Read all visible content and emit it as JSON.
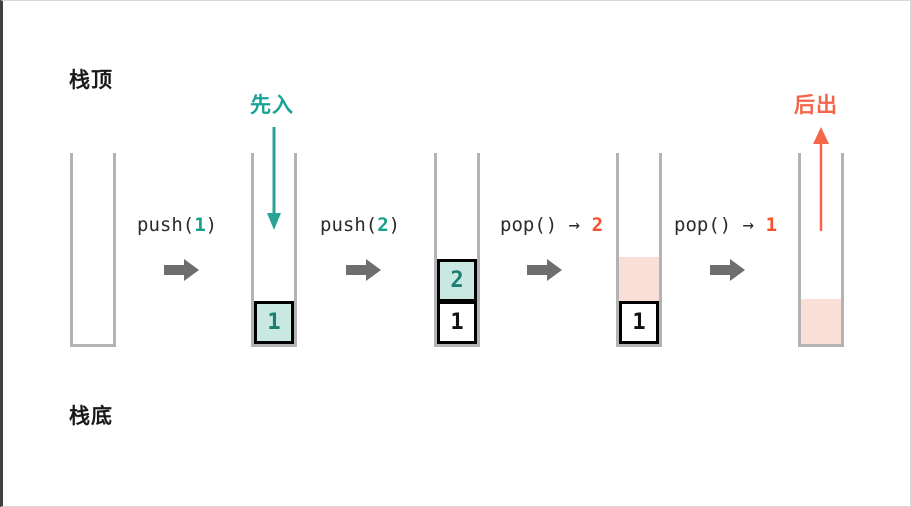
{
  "diagram": {
    "title_labels": {
      "stack_top": "栈顶",
      "stack_bottom": "栈底",
      "first_in": "先入",
      "last_out": "后出"
    },
    "colors": {
      "teal_fill": "#c9e8e2",
      "teal_text": "#1a7f70",
      "teal_accent": "#16a08c",
      "orange_accent": "#f4522f",
      "ghost_pink": "#fadfd8",
      "wall_gray": "#b3b3b3",
      "arrow_gray": "#6e6e6e",
      "text_dark": "#1a1a1a"
    },
    "operations": [
      {
        "id": "op-1",
        "fn": "push(",
        "value": "1",
        "close": ")",
        "value_color": "teal",
        "arrow": "",
        "icon": "right-arrow-icon"
      },
      {
        "id": "op-2",
        "fn": "push(",
        "value": "2",
        "close": ")",
        "value_color": "teal",
        "arrow": "",
        "icon": "right-arrow-icon"
      },
      {
        "id": "op-3",
        "fn": "pop()",
        "value": "2",
        "close": "",
        "value_color": "orange",
        "arrow": "→",
        "icon": "right-arrow-icon"
      },
      {
        "id": "op-4",
        "fn": "pop()",
        "value": "1",
        "close": "",
        "value_color": "orange",
        "arrow": "→",
        "icon": "right-arrow-icon"
      }
    ],
    "stacks": [
      {
        "id": "stack-1",
        "cells": []
      },
      {
        "id": "stack-2",
        "cells": [
          {
            "value": "1",
            "style": "teal"
          }
        ]
      },
      {
        "id": "stack-3",
        "cells": [
          {
            "value": "2",
            "style": "teal"
          },
          {
            "value": "1",
            "style": "plain"
          }
        ]
      },
      {
        "id": "stack-4",
        "cells": [
          {
            "value": "",
            "style": "ghost"
          },
          {
            "value": "1",
            "style": "plain"
          }
        ]
      },
      {
        "id": "stack-5",
        "cells": [
          {
            "value": "",
            "style": "ghost"
          }
        ]
      }
    ],
    "direction_arrows": [
      {
        "id": "arrow-first-in",
        "direction": "down",
        "color": "#16a08c",
        "label": "先入"
      },
      {
        "id": "arrow-last-out",
        "direction": "up",
        "color": "#f4654a",
        "label": "后出"
      }
    ]
  }
}
